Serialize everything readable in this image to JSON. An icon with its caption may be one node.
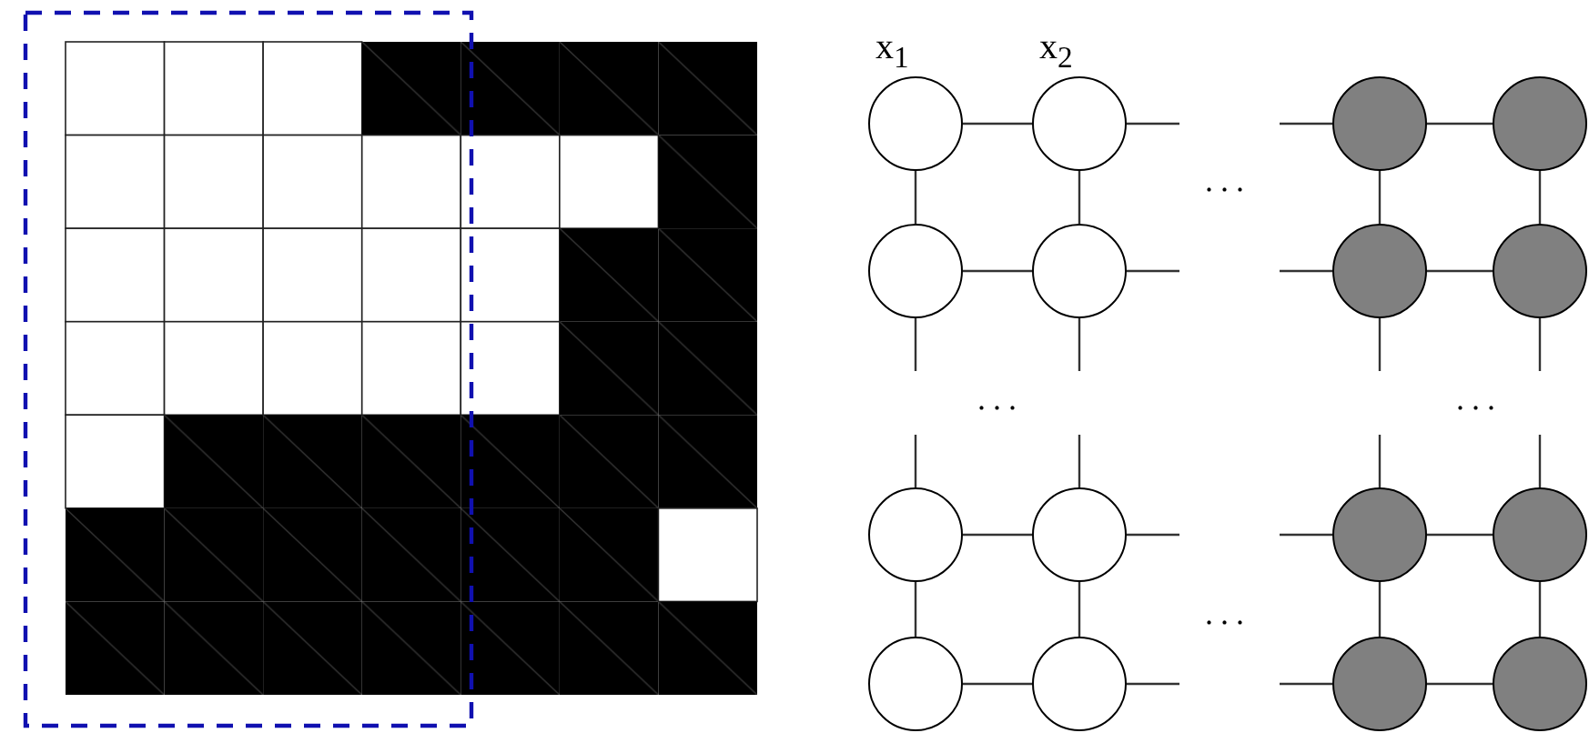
{
  "diagram": {
    "nodes": [
      {
        "text": [
          "x$_{1}$"
        ]
      },
      {
        "text": [
          "x$_{2}$"
        ]
      },
      {
        "text": [],
        "shape": "circle"
      },
      {
        "text": [],
        "shape": "circle"
      },
      {
        "text": [],
        "shape": "circle"
      },
      {
        "text": [],
        "shape": "circle"
      },
      {
        "text": [],
        "shape": "circle"
      },
      {
        "text": [],
        "shape": "circle"
      },
      {
        "text": [],
        "shape": "circle"
      },
      {
        "text": [],
        "shape": "circle"
      },
      {
        "text": [],
        "shape": "circle"
      },
      {
        "text": [],
        "shape": "circle"
      },
      {
        "text": [],
        "shape": "circle"
      },
      {
        "text": [],
        "shape": "circle"
      },
      {
        "text": [],
        "shape": "circle"
      },
      {
        "text": [],
        "shape": "circle"
      }
    ],
    "edges": [
      {
        "from": 0,
        "to": 1,
        "arrow": "none"
      },
      {
        "from": 0,
        "to": 4,
        "arrow": "none"
      },
      {
        "from": 1,
        "to": 5,
        "arrow": "none"
      },
      {
        "from": 4,
        "to": 5,
        "arrow": "none"
      },
      {
        "from": 2,
        "to": 3,
        "arrow": "none"
      },
      {
        "from": 2,
        "to": 6,
        "arrow": "none"
      },
      {
        "from": 3,
        "to": 7,
        "arrow": "none"
      },
      {
        "from": 6,
        "to": 7,
        "arrow": "none"
      },
      {
        "from": 8,
        "to": 9,
        "arrow": "none"
      },
      {
        "from": 8,
        "to": 12,
        "arrow": "none"
      },
      {
        "from": 9,
        "to": 13,
        "arrow": "none"
      },
      {
        "from": 12,
        "to": 13,
        "arrow": "none"
      },
      {
        "from": 10,
        "to": 11,
        "arrow": "none"
      },
      {
        "from": 10,
        "to": 14,
        "arrow": "none"
      },
      {
        "from": 11,
        "to": 15,
        "arrow": "none"
      },
      {
        "from": 14,
        "to": 15,
        "arrow": "none"
      },
      {
        "from": 1,
        "to": null,
        "arrow": "none"
      },
      {
        "from": 2,
        "to": null,
        "arrow": "none"
      },
      {
        "from": 5,
        "to": null,
        "arrow": "none"
      },
      {
        "from": 6,
        "to": null,
        "arrow": "none"
      },
      {
        "from": 4,
        "to": null,
        "arrow": "none"
      },
      {
        "from": 5,
        "to": null,
        "arrow": "none"
      },
      {
        "from": 6,
        "to": null,
        "arrow": "none"
      },
      {
        "from": 7,
        "to": null,
        "arrow": "none"
      },
      {
        "from": 8,
        "to": null,
        "arrow": "none"
      },
      {
        "from": 9,
        "to": null,
        "arrow": "none"
      },
      {
        "from": 10,
        "to": null,
        "arrow": "none"
      },
      {
        "from": 11,
        "to": null,
        "arrow": "none"
      },
      {
        "from": 9,
        "to": null,
        "arrow": "none"
      },
      {
        "from": 10,
        "to": null,
        "arrow": "none"
      },
      {
        "from": 13,
        "to": null,
        "arrow": "none"
      },
      {
        "from": 14,
        "to": null,
        "arrow": "none"
      }
    ],
    "labels": [
      "...",
      "...",
      "...",
      "..."
    ]
  }
}
